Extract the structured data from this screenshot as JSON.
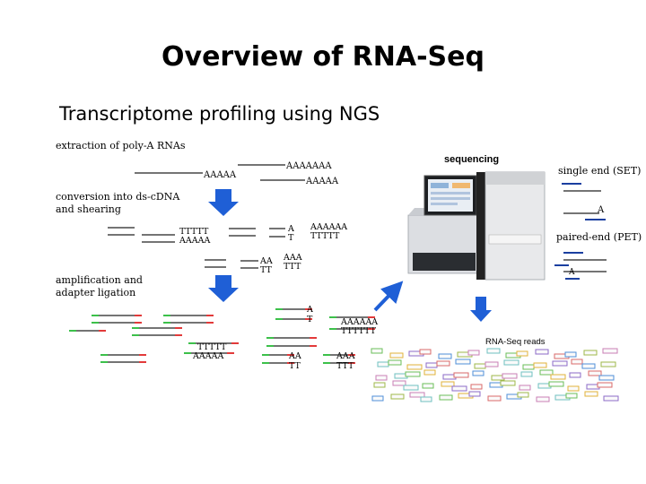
{
  "title": "Overview of RNA-Seq",
  "subtitle": "Transcriptome profiling using NGS",
  "steps": {
    "extraction": "extraction of poly-A RNAs",
    "conversion_line1": "conversion into ds-cDNA",
    "conversion_line2": "and shearing",
    "amplification_line1": "amplification and",
    "amplification_line2": "adapter ligation",
    "sequencing": "sequencing",
    "reads": "RNA-Seq reads"
  },
  "polyA_labels": {
    "a5_left": "AAAAA",
    "a7_right": "AAAAAAA",
    "a5_right": "AAAAA"
  },
  "fragment_labels": {
    "t5": "TTTTT",
    "a5": "AAAAA",
    "a1": "A",
    "t1": "T",
    "a6": "AAAAAA",
    "t6": "TTTTT",
    "aa": "AA",
    "tt": "TT",
    "aaa": "AAA",
    "ttt": "TTT"
  },
  "ligated_labels": {
    "a1": "A",
    "t1": "T",
    "a6": "AAAAAA",
    "t6": "TTTTTT",
    "t5": "TTTTT",
    "a5": "AAAAA",
    "aa": "AA",
    "tt": "TT",
    "aaa": "AAA",
    "ttt": "TTT"
  },
  "read_modes": {
    "single_end": "single end (SET)",
    "paired_end": "paired-end (PET)",
    "a_label": "A"
  },
  "colors": {
    "arrow_blue": "#1f5fd6",
    "adapter_green": "#3cc04a",
    "adapter_red": "#e23a3a",
    "read_blue": "#1a3fa0"
  }
}
